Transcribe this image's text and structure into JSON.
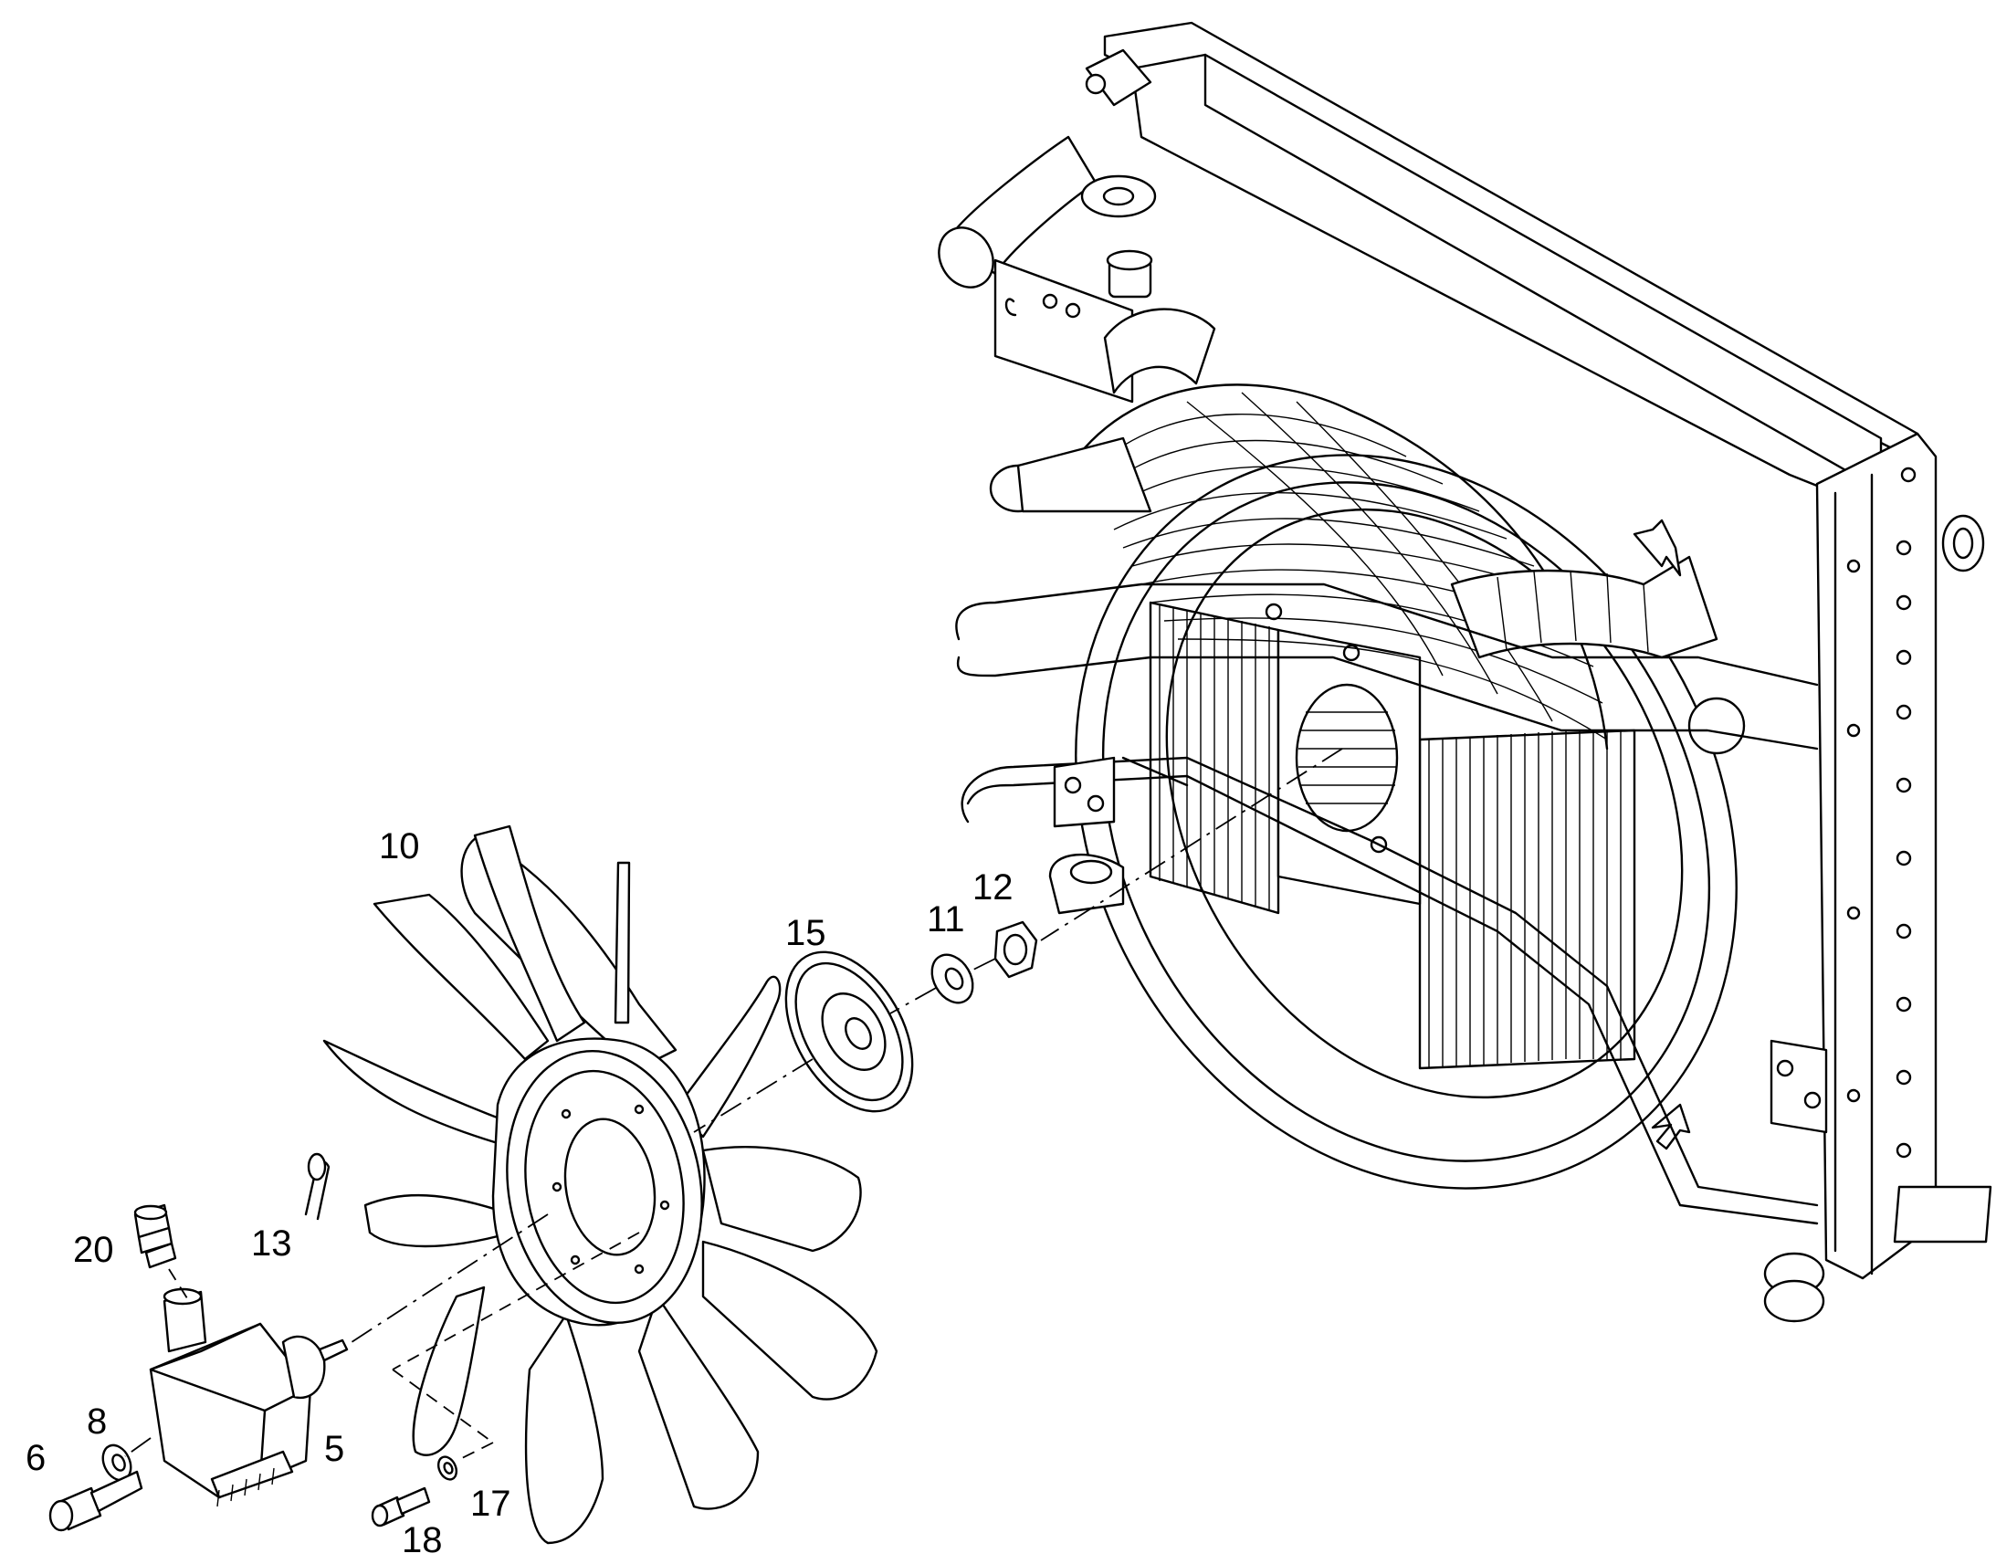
{
  "callouts": [
    {
      "id": "10",
      "label": "10"
    },
    {
      "id": "15",
      "label": "15"
    },
    {
      "id": "11",
      "label": "11"
    },
    {
      "id": "12",
      "label": "12"
    },
    {
      "id": "13",
      "label": "13"
    },
    {
      "id": "20",
      "label": "20"
    },
    {
      "id": "8",
      "label": "8"
    },
    {
      "id": "6",
      "label": "6"
    },
    {
      "id": "5",
      "label": "5"
    },
    {
      "id": "17",
      "label": "17"
    },
    {
      "id": "18",
      "label": "18"
    }
  ]
}
